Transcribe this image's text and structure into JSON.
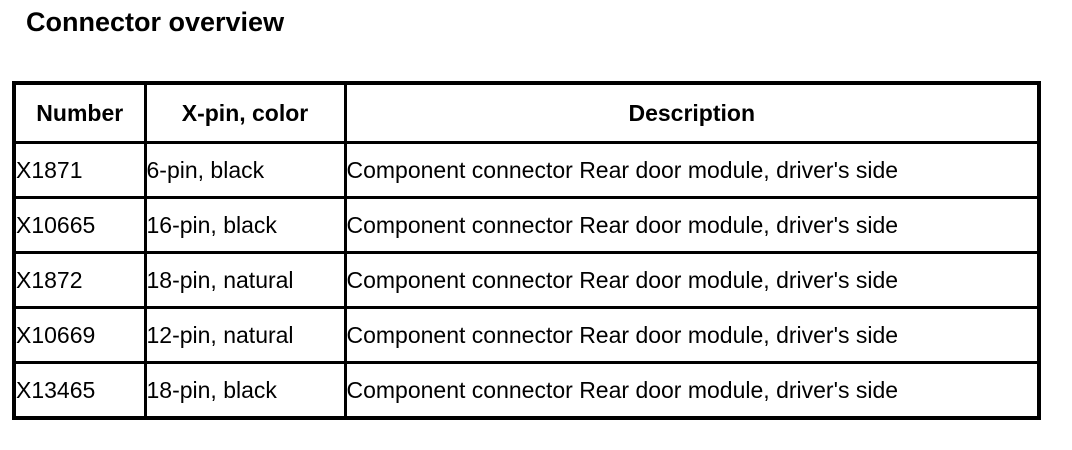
{
  "page": {
    "title": "Connector overview",
    "background_color": "#ffffff",
    "text_color": "#000000"
  },
  "table": {
    "columns": [
      {
        "key": "number",
        "header": "Number"
      },
      {
        "key": "xpin",
        "header": "X-pin, color"
      },
      {
        "key": "description",
        "header": "Description"
      }
    ],
    "rows": [
      {
        "number": "X1871",
        "xpin": "6-pin, black",
        "description": "Component connector Rear door module, driver's side"
      },
      {
        "number": "X10665",
        "xpin": "16-pin, black",
        "description": "Component connector Rear door module, driver's side"
      },
      {
        "number": "X1872",
        "xpin": "18-pin, natural",
        "description": "Component connector Rear door module, driver's side"
      },
      {
        "number": "X10669",
        "xpin": "12-pin, natural",
        "description": "Component connector Rear door module, driver's side"
      },
      {
        "number": "X13465",
        "xpin": "18-pin, black",
        "description": "Component connector Rear door module, driver's side"
      }
    ]
  }
}
